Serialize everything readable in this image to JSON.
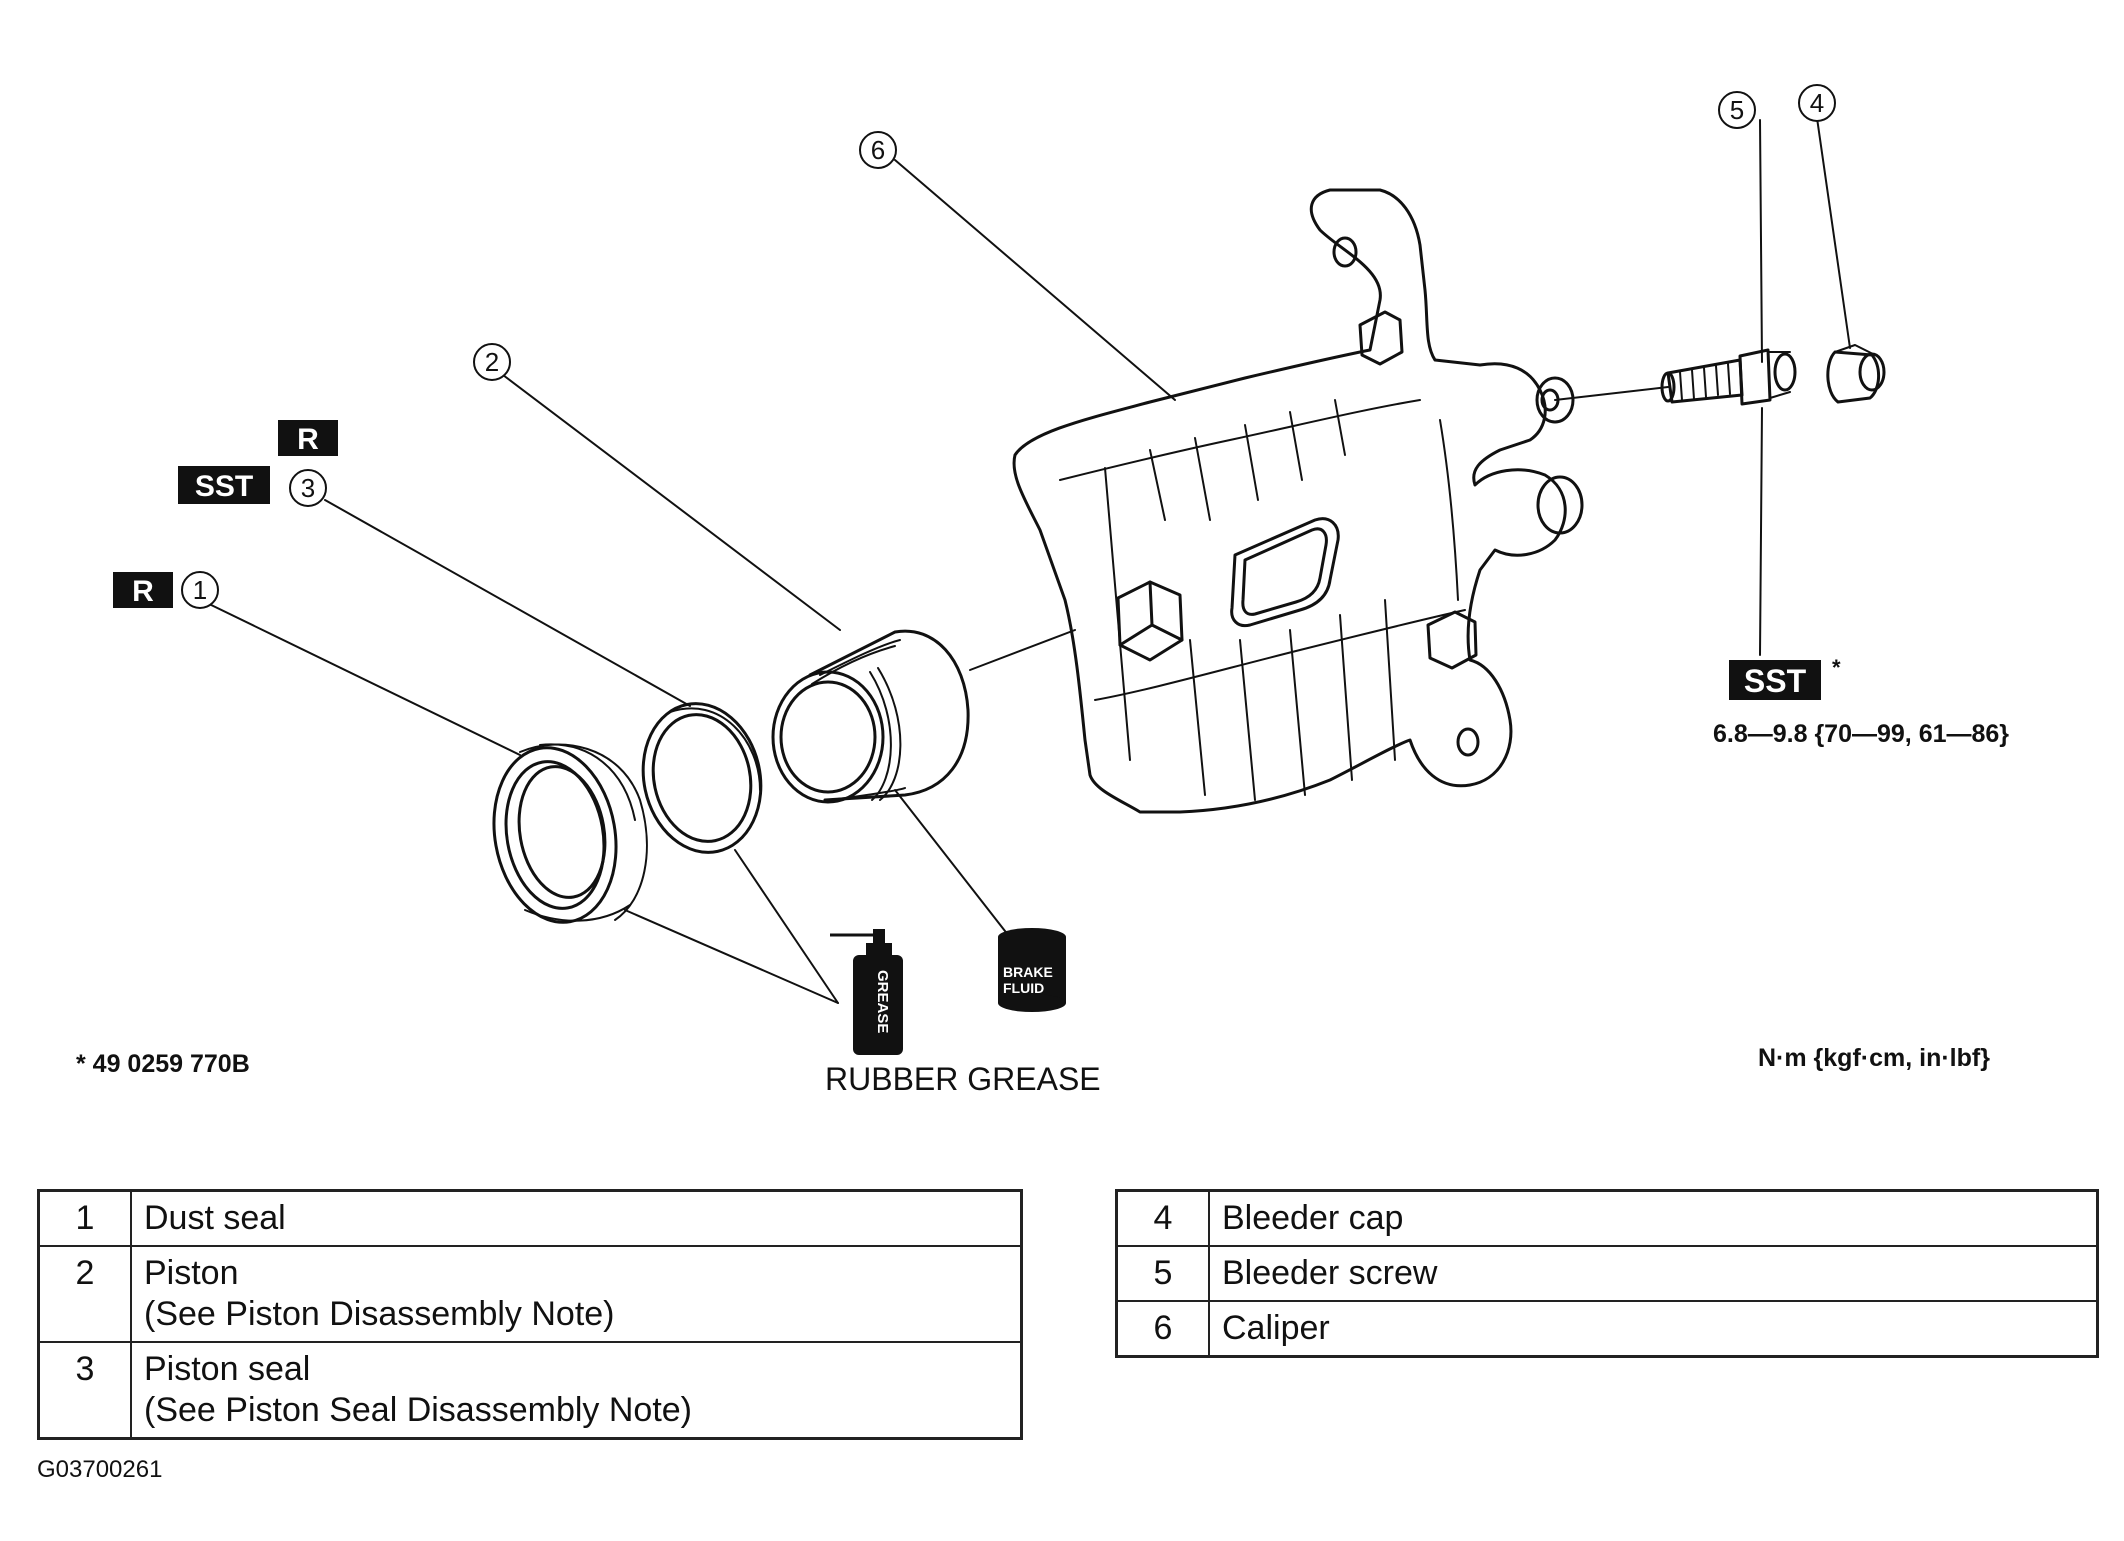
{
  "callouts": {
    "c1": "1",
    "c2": "2",
    "c3": "3",
    "c4": "4",
    "c5": "5",
    "c6": "6"
  },
  "badges": {
    "r_top": "R",
    "sst_left": "SST",
    "r_left": "R",
    "sst_right": "SST",
    "sst_right_asterisk": "*"
  },
  "labels": {
    "torque": "6.8—9.8 {70—99, 61—86}",
    "sst_part_number": "* 49 0259 770B",
    "rubber_grease": "RUBBER GREASE",
    "units": "N·m {kgf·cm, in·lbf}",
    "grease_can": "GREASE",
    "brake_fluid_line1": "BRAKE",
    "brake_fluid_line2": "FLUID"
  },
  "parts_table_left": [
    {
      "num": "1",
      "name": "Dust seal",
      "note": ""
    },
    {
      "num": "2",
      "name": "Piston",
      "note": "(See Piston Disassembly Note)"
    },
    {
      "num": "3",
      "name": "Piston seal",
      "note": "(See Piston Seal Disassembly Note)"
    }
  ],
  "parts_table_right": [
    {
      "num": "4",
      "name": "Bleeder cap"
    },
    {
      "num": "5",
      "name": "Bleeder screw"
    },
    {
      "num": "6",
      "name": "Caliper"
    }
  ],
  "figure_id": "G03700261"
}
